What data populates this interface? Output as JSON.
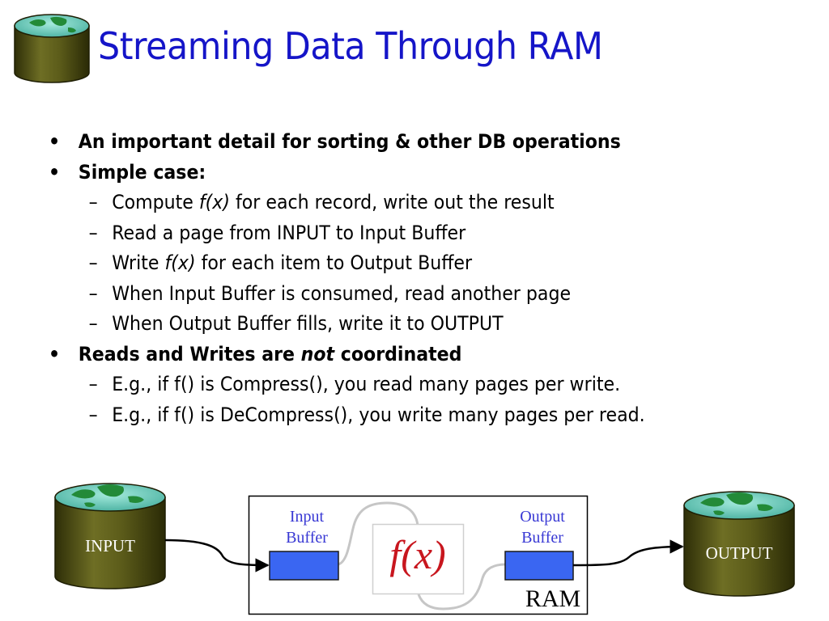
{
  "slide": {
    "title": "Streaming Data Through RAM",
    "logo_icon": "database-globe-icon"
  },
  "bullets": [
    {
      "parts": [
        "An important detail for sorting & other DB operations"
      ]
    },
    {
      "parts": [
        "Simple case:"
      ],
      "sub": [
        {
          "parts": [
            "Compute ",
            "f(x)",
            " for each record, write out the result"
          ]
        },
        {
          "parts": [
            "Read a page from INPUT to Input Buffer"
          ]
        },
        {
          "parts": [
            "Write ",
            "f(x)",
            " for each item to Output Buffer"
          ]
        },
        {
          "parts": [
            "When Input Buffer is consumed, read another page"
          ]
        },
        {
          "parts": [
            "When Output Buffer fills, write it to OUTPUT"
          ]
        }
      ]
    },
    {
      "parts": [
        "Reads and Writes are ",
        "not",
        " coordinated"
      ],
      "sub": [
        {
          "parts": [
            "E.g., if f() is Compress(), you read many pages per write."
          ]
        },
        {
          "parts": [
            "E.g., if f() is DeCompress(), you write many pages per read."
          ]
        }
      ]
    }
  ],
  "diagram": {
    "input_db_label": "INPUT",
    "output_db_label": "OUTPUT",
    "input_buffer_line1": "Input",
    "input_buffer_line2": "Buffer",
    "output_buffer_line1": "Output",
    "output_buffer_line2": "Buffer",
    "function_label": "f(x)",
    "ram_label": "RAM",
    "colors": {
      "buffer_fill": "#3a66f2",
      "cylinder": "#5e5e1e",
      "globe_ocean": "#72d0c0",
      "globe_land": "#238a38",
      "function_text": "#c8161e",
      "buffer_label": "#3838d4"
    }
  }
}
